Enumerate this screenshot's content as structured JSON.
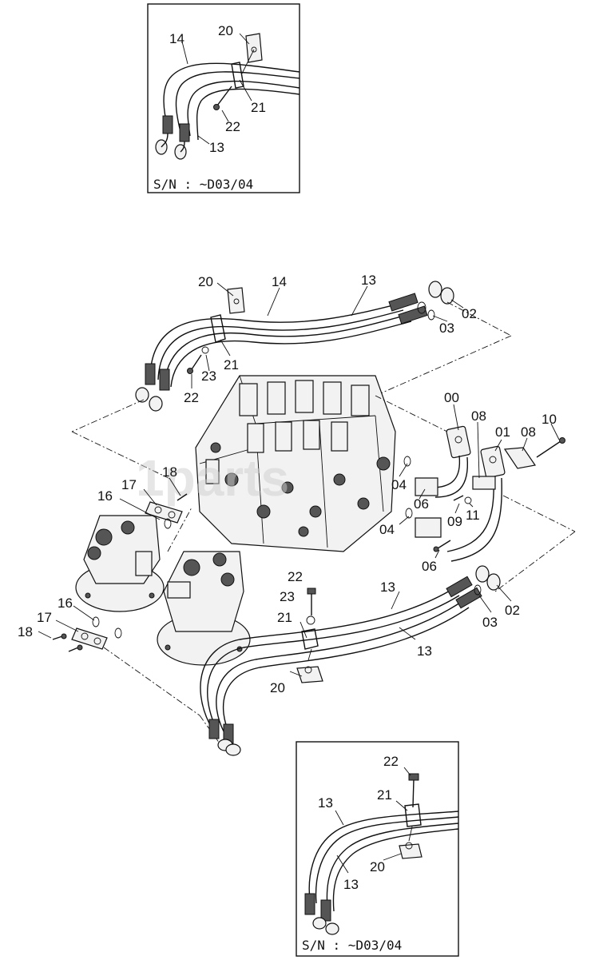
{
  "inset_top": {
    "serial_note": "S/N : ~D03/04",
    "labels": {
      "a": "20",
      "b": "14",
      "c": "21",
      "d": "22",
      "e": "13"
    }
  },
  "inset_bottom": {
    "serial_note": "S/N : ~D03/04",
    "labels": {
      "a": "22",
      "b": "13",
      "c": "21",
      "d": "20",
      "e": "13"
    }
  },
  "watermark": "1parts",
  "main": {
    "labels": {
      "p20a": "20",
      "p14": "14",
      "p13a": "13",
      "p02a": "02",
      "p03a": "03",
      "p23a": "23",
      "p21a": "21",
      "p22a": "22",
      "p00": "00",
      "p08a": "08",
      "p01": "01",
      "p08b": "08",
      "p10": "10",
      "p18a": "18",
      "p17a": "17",
      "p16a": "16",
      "p04a": "04",
      "p06a": "06",
      "p09": "09",
      "p11": "11",
      "p04b": "04",
      "p06b": "06",
      "p22b": "22",
      "p23b": "23",
      "p21b": "21",
      "p13b": "13",
      "p13c": "13",
      "p02b": "02",
      "p03b": "03",
      "p20b": "20",
      "p16b": "16",
      "p17b": "17",
      "p18b": "18"
    }
  }
}
